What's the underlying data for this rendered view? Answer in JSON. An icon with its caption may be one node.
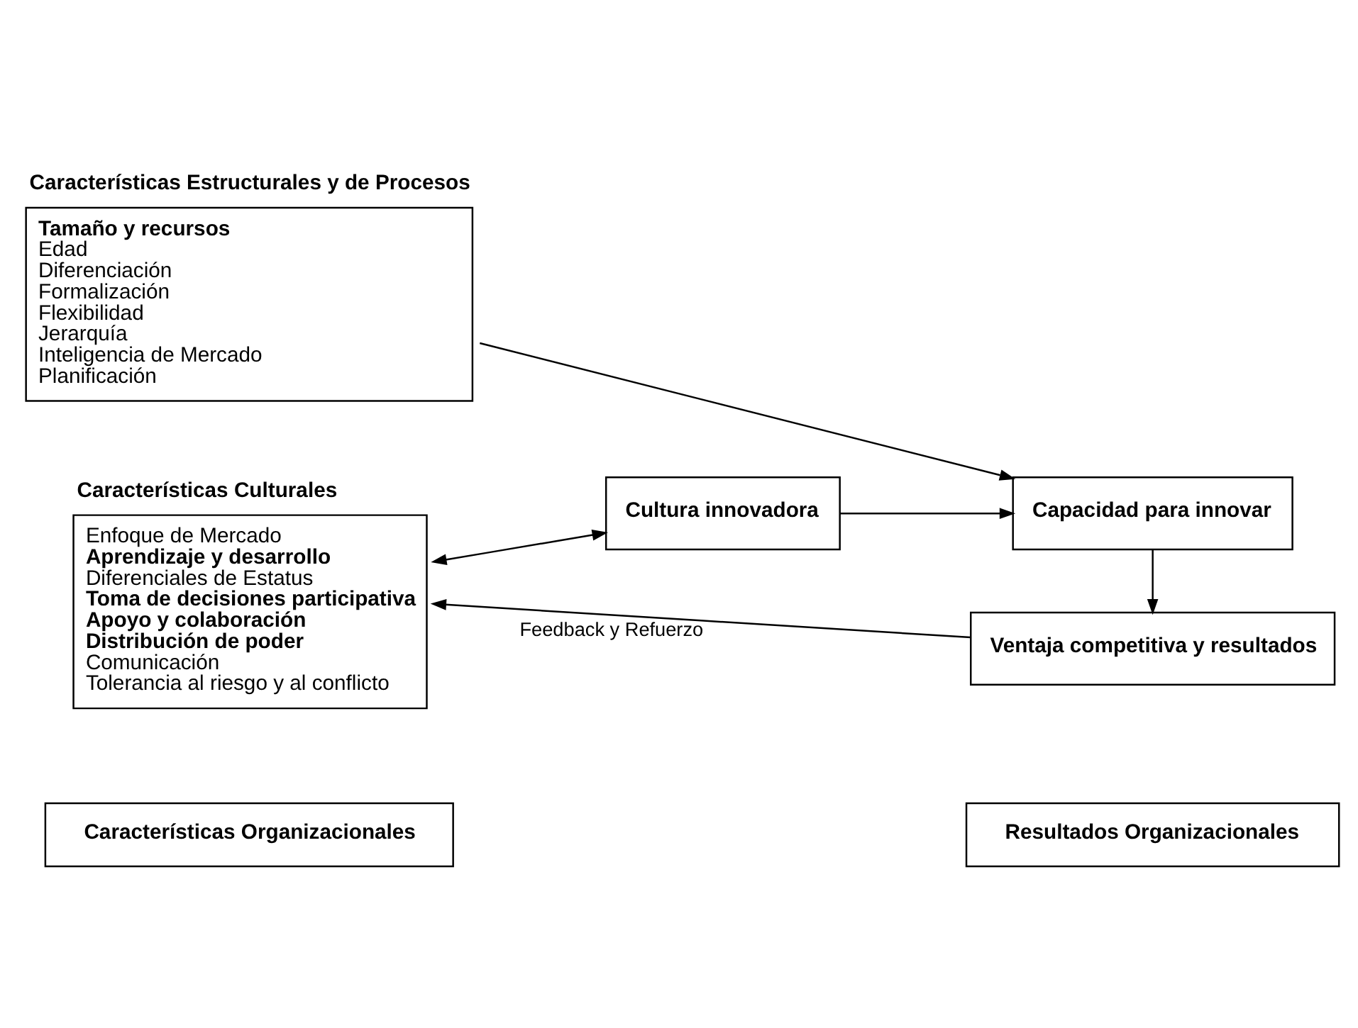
{
  "diagram": {
    "nodes": [
      {
        "text": [
          "Características Organizacionales"
        ]
      },
      {
        "text": [
          "Resultados Organizacionales"
        ]
      },
      {
        "text": [
          "Características Estructurales y de Procesos",
          "**Tamaño y recursos**",
          "Edad",
          "Diferenciación",
          "Formalización",
          "Flexibilidad",
          "Jerarquía",
          "Inteligencia de Mercado",
          "Planificación"
        ]
      },
      {
        "text": [
          "Características Culturales",
          "Enfoque de Mercado",
          "**Aprendizaje y desarrollo**",
          "Diferenciales de Estatus",
          "**Toma de decisiones participativa**",
          "**Apoyo y colaboración**",
          "**Distribución de poder**",
          "Comunicación",
          "Tolerancia al riesgo y al conflicto"
        ]
      },
      {
        "text": [
          "Capacidad para innovar"
        ]
      },
      {
        "text": [
          "Ventaja competitiva y resultados"
        ]
      },
      {
        "text": [
          "Cultura innovadora"
        ]
      }
    ],
    "edges": [
      {
        "from": 2,
        "to": 4,
        "arrow": "to"
      },
      {
        "from": 4,
        "to": 5,
        "arrow": "to"
      },
      {
        "from": 3,
        "to": 6,
        "arrow": "both"
      },
      {
        "from": 6,
        "to": 4,
        "arrow": "to"
      },
      {
        "from": 5,
        "to": 3,
        "arrow": "to",
        "label": "Feedback y Refuerzo"
      }
    ]
  }
}
